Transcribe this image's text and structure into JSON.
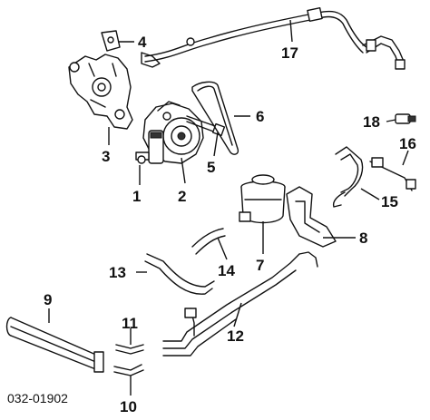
{
  "diagram": {
    "code": "032-01902",
    "callouts": [
      "1",
      "2",
      "3",
      "4",
      "5",
      "6",
      "7",
      "8",
      "9",
      "10",
      "11",
      "12",
      "13",
      "14",
      "15",
      "16",
      "17",
      "18"
    ]
  }
}
